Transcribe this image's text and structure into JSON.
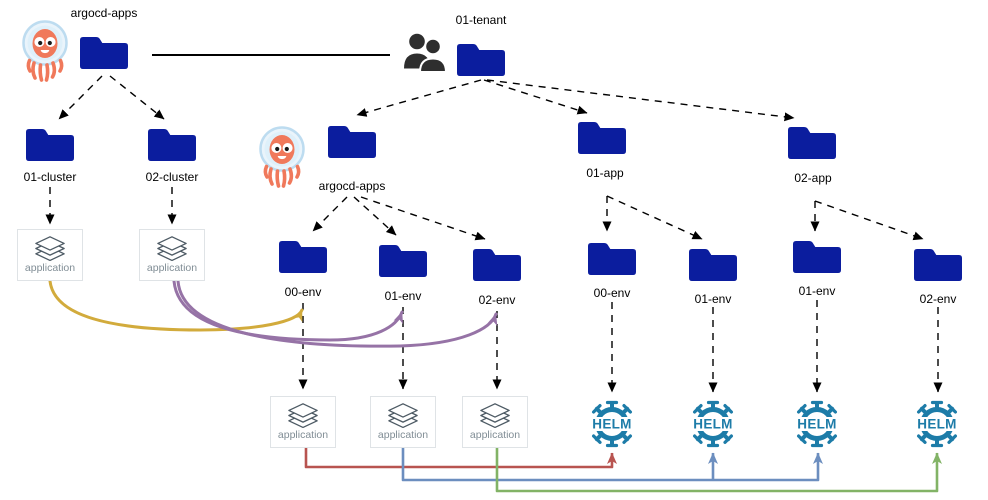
{
  "nodes": {
    "root_repo_label": "argocd-apps",
    "tenant_label": "01-tenant",
    "clusters": [
      {
        "label": "01-cluster"
      },
      {
        "label": "02-cluster"
      }
    ],
    "cluster_apps": [
      {
        "label": "application"
      },
      {
        "label": "application"
      }
    ],
    "mid_repo_label": "argocd-apps",
    "mid_envs": [
      {
        "label": "00-env"
      },
      {
        "label": "01-env"
      },
      {
        "label": "02-env"
      }
    ],
    "apps": [
      {
        "label": "01-app"
      },
      {
        "label": "02-app"
      }
    ],
    "app_envs": [
      {
        "label": "00-env"
      },
      {
        "label": "01-env"
      },
      {
        "label": "01-env"
      },
      {
        "label": "02-env"
      }
    ],
    "bottom_apps": [
      {
        "label": "application"
      },
      {
        "label": "application"
      },
      {
        "label": "application"
      }
    ],
    "helm": [
      {
        "label": "HELM"
      },
      {
        "label": "HELM"
      },
      {
        "label": "HELM"
      },
      {
        "label": "HELM"
      }
    ]
  },
  "icons": {
    "argo_mascot": "argo-cd-octopus-mascot",
    "users": "users-icon",
    "folder": "folder-icon",
    "application": "layers-icon",
    "helm": "helm-wheel-icon"
  },
  "colors": {
    "folder": "#0b1d9e",
    "helm": "#1d7ca8",
    "link_yellow": "#d2ab3c",
    "link_purple": "#9673a6",
    "link_red": "#b85450",
    "link_blue": "#6c8ebf",
    "link_green": "#82b366"
  }
}
